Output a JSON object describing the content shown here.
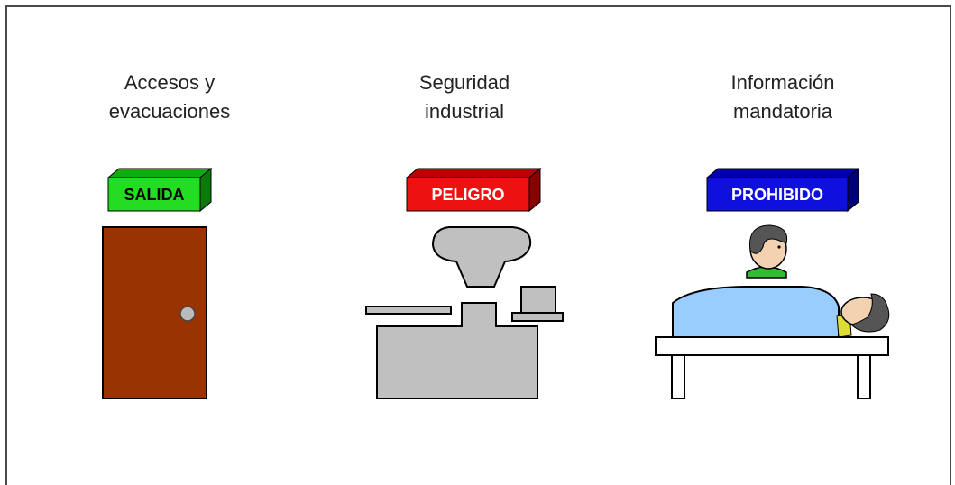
{
  "columns": [
    {
      "heading_line1": "Accesos y",
      "heading_line2": "evacuaciones",
      "sign_label": "SALIDA",
      "sign_color": "#22dd22",
      "sign_text_color": "#000000",
      "illustration": "door"
    },
    {
      "heading_line1": "Seguridad",
      "heading_line2": "industrial",
      "sign_label": "PELIGRO",
      "sign_color": "#ee1111",
      "sign_text_color": "#ffffff",
      "illustration": "industrial-machine"
    },
    {
      "heading_line1": "Información",
      "heading_line2": "mandatoria",
      "sign_label": "PROHIBIDO",
      "sign_color": "#1010dd",
      "sign_text_color": "#ffffff",
      "illustration": "patient-on-bed"
    }
  ],
  "colors": {
    "door": "#993300",
    "machine": "#c0c0c0",
    "blanket": "#99ccff",
    "hair": "#555555",
    "skin": "#f2d2b0"
  }
}
